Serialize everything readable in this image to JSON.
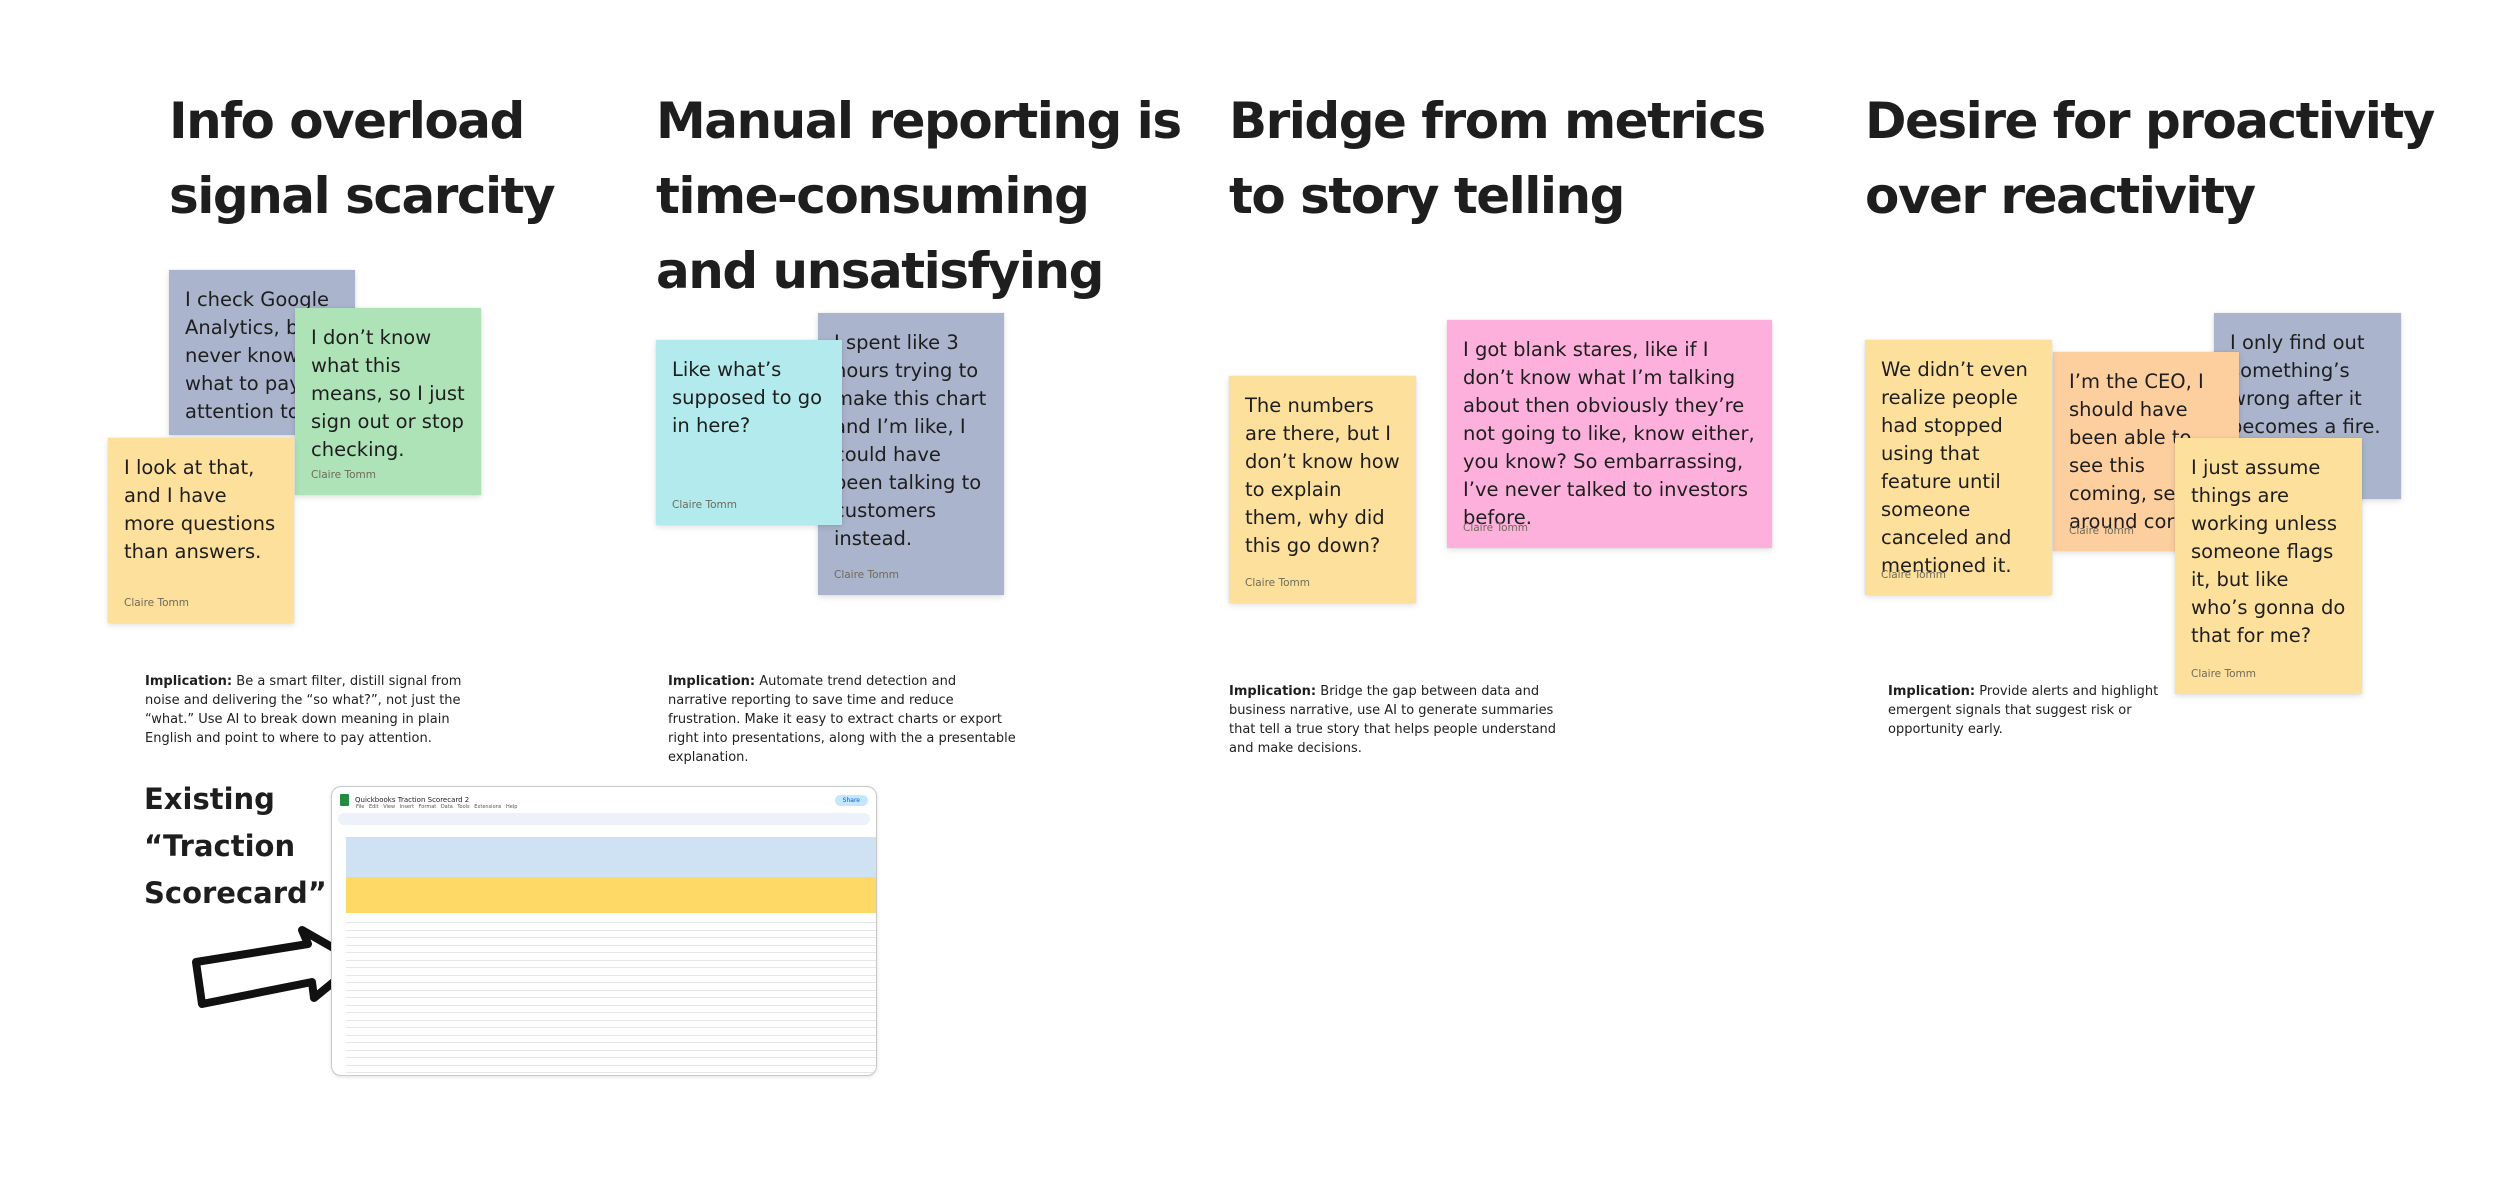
{
  "columns": [
    {
      "heading": "Info overload\nsignal scarcity",
      "notes": [
        {
          "text": "I check Google Analytics, but I never know what to pay attention to.",
          "author": "",
          "color": "#aab4cd"
        },
        {
          "text": "I don’t know what this means, so I just sign out or stop checking.",
          "author": "Claire Tomm",
          "color": "#aee3b8"
        },
        {
          "text": "I look at that, and I have more questions than answers.",
          "author": "Claire Tomm",
          "color": "#fde09c"
        }
      ],
      "implication_label": "Implication:",
      "implication": " Be a smart filter, distill signal from noise and delivering the “so what?”, not just the “what.” Use AI to break down meaning in plain English and point to where to pay attention."
    },
    {
      "heading": "Manual reporting is\ntime-consuming\nand unsatisfying",
      "notes": [
        {
          "text": "I spent like 3 hours trying to make this chart and I’m like, I could have been talking to customers instead.",
          "author": "Claire Tomm",
          "color": "#aab4cd"
        },
        {
          "text": "Like what’s supposed to go in here?",
          "author": "Claire Tomm",
          "color": "#b2eaee"
        }
      ],
      "implication_label": "Implication:",
      "implication": " Automate trend detection and narrative reporting to save time and reduce frustration. Make it easy to extract charts or export right into presentations, along with the a presentable explanation."
    },
    {
      "heading": "Bridge from metrics\nto story telling",
      "notes": [
        {
          "text": "The numbers are there, but I don’t know how to explain them, why did this go down?",
          "author": "Claire Tomm",
          "color": "#fde09c"
        },
        {
          "text": "I got blank stares, like if I don’t know what I’m talking about then obviously they’re not going to like, know either, you know? So embarrassing, I’ve never talked to investors before.",
          "author": "Claire Tomm",
          "color": "#feb0dc"
        }
      ],
      "implication_label": "Implication:",
      "implication": " Bridge the gap between data and business narrative, use AI to generate summaries that tell a true story that helps people understand and make decisions."
    },
    {
      "heading": "Desire for proactivity\nover reactivity",
      "notes": [
        {
          "text": "We didn’t even realize people had stopped using that feature until someone canceled and mentioned it.",
          "author": "Claire Tomm",
          "color": "#fde09c"
        },
        {
          "text": "I’m the CEO, I should have been able to see this coming, see around corners.",
          "author": "Claire Tomm",
          "color": "#fdcf9f"
        },
        {
          "text": "I only find out something’s wrong after it becomes a fire.",
          "author": "",
          "color": "#aab4cd"
        },
        {
          "text": "I just assume things are working unless someone flags it, but like who’s gonna do that for me?",
          "author": "Claire Tomm",
          "color": "#fde09c"
        }
      ],
      "implication_label": "Implication:",
      "implication": " Provide alerts and highlight emergent signals that suggest risk or opportunity early."
    }
  ],
  "existing": {
    "title": "Existing\n“Traction\nScorecard”",
    "sheet_name": "Quickbooks Traction Scorecard 2",
    "menu": "File Edit View Insert Format Data Tools Extensions Help",
    "share": "Share",
    "colors": {
      "header_blue": "#cfe2f3",
      "highlight_yellow": "#ffd966",
      "grid": "#e6e6e6"
    }
  }
}
